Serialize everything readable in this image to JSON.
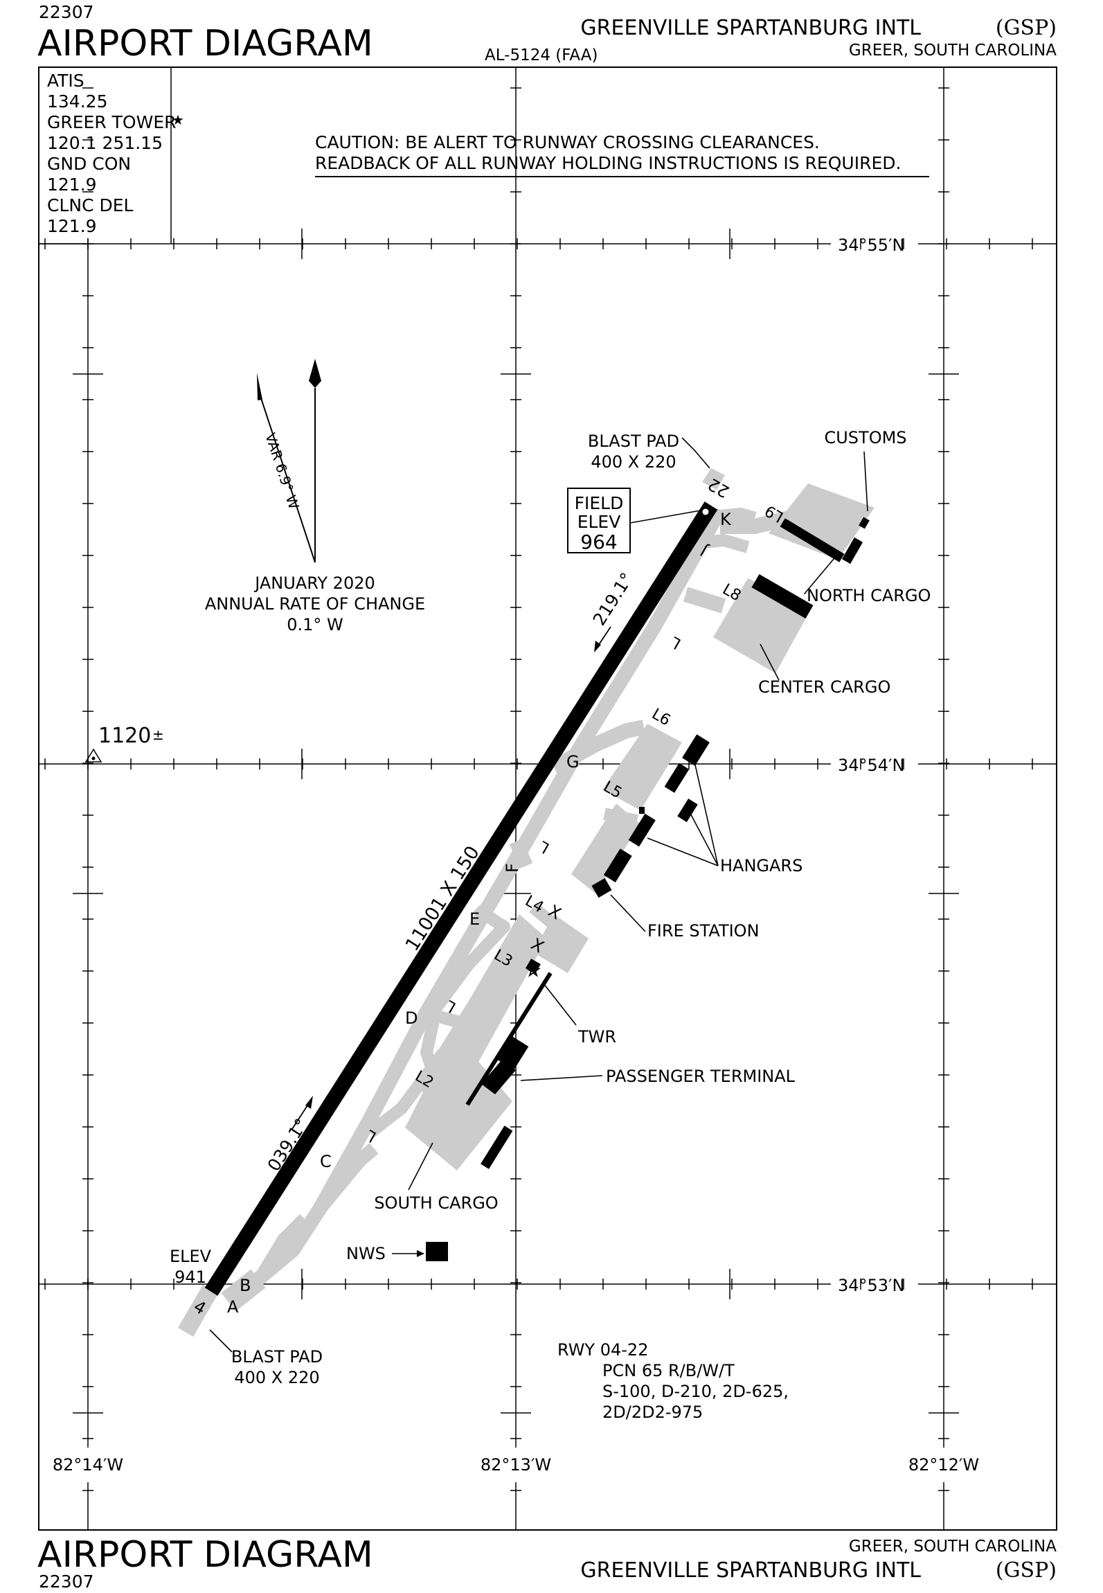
{
  "header": {
    "chart_number_top": "22307",
    "title_top": "AIRPORT DIAGRAM",
    "faa_code": "AL-5124 (FAA)",
    "airport_name_top": "GREENVILLE SPARTANBURG INTL",
    "airport_id_top": "(GSP)",
    "location_top": "GREER, SOUTH CAROLINA"
  },
  "footer": {
    "location_bottom": "GREER, SOUTH CAROLINA",
    "title_bottom": "AIRPORT DIAGRAM",
    "airport_name_bottom": "GREENVILLE SPARTANBURG INTL",
    "airport_id_bottom": "(GSP)",
    "chart_number_bottom": "22307"
  },
  "frequencies": {
    "atis_label": "ATIS",
    "atis_freq": "134.25",
    "tower_label": "GREER TOWER",
    "tower_star": "★",
    "tower_freq": "120.1 251.15",
    "gnd_label": "GND CON",
    "gnd_freq": "121.9",
    "clnc_label": "CLNC DEL",
    "clnc_freq": "121.9"
  },
  "caution": {
    "line1": "CAUTION: BE ALERT TO RUNWAY CROSSING CLEARANCES.",
    "line2": "READBACK OF ALL RUNWAY HOLDING INSTRUCTIONS IS REQUIRED."
  },
  "coordinates": {
    "lat_top": "34°55′N",
    "lat_mid": "34°54′N",
    "lat_bottom": "34°53′N",
    "lon_left": "82°14′W",
    "lon_mid": "82°13′W",
    "lon_right": "82°12′W"
  },
  "magnetic": {
    "variation": "VAR 6.9° W",
    "date": "JANUARY 2020",
    "rate_label": "ANNUAL RATE OF CHANGE",
    "rate_value": "0.1° W"
  },
  "obstacle": {
    "elevation": "1120",
    "plusminus": "±"
  },
  "runway": {
    "id_04": "4",
    "id_22": "22",
    "dimensions": "11001 X 150",
    "heading_ne": "219.1°",
    "heading_sw": "039.1°",
    "elev_label": "ELEV",
    "elev_value": "941",
    "field_elev_line1": "FIELD",
    "field_elev_line2": "ELEV",
    "field_elev_value": "964",
    "blast_pad_label": "BLAST PAD",
    "blast_pad_size": "400 X 220"
  },
  "taxiways": {
    "A": "A",
    "B": "B",
    "C": "C",
    "D": "D",
    "E": "E",
    "F": "F",
    "G": "G",
    "J": "J",
    "K": "K",
    "L": "L",
    "X": "X",
    "L2": "L2",
    "L3": "L3",
    "L4": "L4",
    "L5": "L5",
    "L6": "L6",
    "L8": "L8",
    "L9": "L9"
  },
  "facilities": {
    "customs": "CUSTOMS",
    "north_cargo": "NORTH CARGO",
    "center_cargo": "CENTER CARGO",
    "hangars": "HANGARS",
    "fire_station": "FIRE STATION",
    "tower": "TWR",
    "passenger_terminal": "PASSENGER TERMINAL",
    "south_cargo": "SOUTH CARGO",
    "nws": "NWS"
  },
  "runway_info": {
    "rwy": "RWY 04-22",
    "pcn": "PCN 65 R/B/W/T",
    "weights1": "S-100, D-210, 2D-625,",
    "weights2": "2D/2D2-975"
  }
}
